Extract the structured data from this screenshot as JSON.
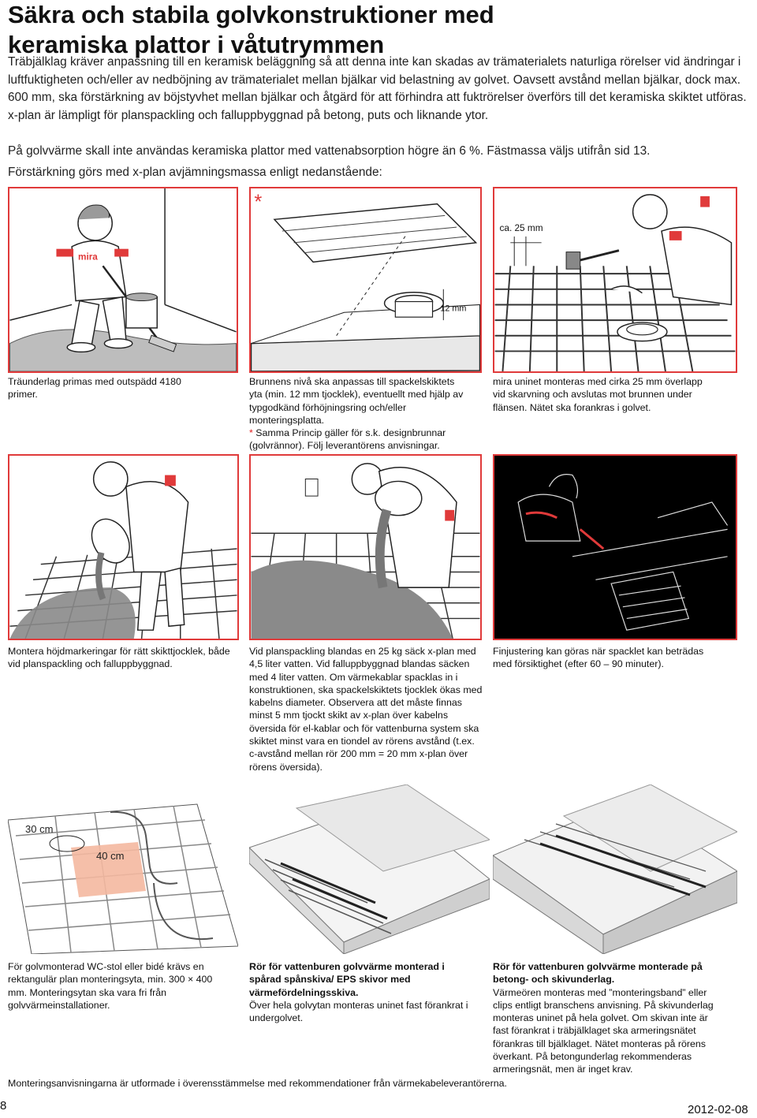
{
  "title_line1": "Säkra och stabila golvkonstruktioner med",
  "title_line2": "keramiska plattor i våtutrymmen",
  "intro_p1": "Träbjälklag kräver anpassning till en keramisk beläggning så att denna inte kan skadas av trämaterialets naturliga rörelser vid ändringar i luftfuktigheten och/eller av nedböjning av trämaterialet mellan bjälkar vid belastning av golvet. Oavsett avstånd mellan bjälkar, dock max. 600 mm, ska förstärkning av böjstyvhet mellan bjälkar och åtgärd för att förhindra att fuktrörelser överförs till det keramiska skiktet utföras. x-plan är lämpligt för planspackling och falluppbyggnad på betong, puts och liknande ytor.",
  "intro_p2": "På golvvärme skall inte användas keramiska plattor med vattenabsorption högre än 6 %. Fästmassa väljs utifrån sid 13.",
  "intro_p3": "Förstärkning görs med x-plan avjämningsmassa enligt nedanstående:",
  "row1": {
    "img1": {
      "shirt_text": "mira"
    },
    "img2": {
      "asterisk": "*",
      "dim_label": "12 mm"
    },
    "img3": {
      "dim_label": "ca. 25 mm"
    },
    "cap1": "Träunderlag primas med outspädd 4180 primer.",
    "cap2": "Brunnens nivå ska anpassas till spackelskiktets yta (min. 12 mm tjocklek), eventuellt med hjälp av typgodkänd förhöjningsring och/eller monteringsplatta.",
    "cap2_star": "*",
    "cap2_star_text": " Samma Princip gäller för s.k. designbrunnar (golvrännor). Följ leverantörens anvisningar.",
    "cap3": "mira uninet monteras med cirka 25 mm överlapp vid skarvning och avslutas mot brunnen under flänsen. Nätet ska forankras i golvet."
  },
  "row2": {
    "cap1": "Montera höjdmarkeringar för rätt skikttjocklek, både vid planspackling och falluppbyggnad.",
    "cap2": "Vid planspackling blandas en 25 kg säck x-plan med 4,5 liter vatten. Vid falluppbyggnad blandas säcken med 4 liter vatten. Om värmekablar spacklas in i konstruktionen, ska spackelskiktets tjocklek ökas med kabelns diameter. Observera att det måste finnas minst 5 mm tjockt skikt av x-plan över kabelns översida för el-kablar och för vattenburna system ska skiktet minst vara en tiondel av rörens avstånd (t.ex. c-avstånd mellan rör 200 mm = 20 mm x-plan över rörens översida).",
    "cap3": "Finjustering kan göras när spacklet kan beträdas med försiktighet (efter 60 – 90 minuter)."
  },
  "row3": {
    "img1": {
      "label_a": "30 cm",
      "label_b": "40 cm"
    },
    "cap1": "För golvmonterad WC-stol eller bidé krävs en rektangulär plan monteringsyta, min. 300 × 400 mm. Monteringsytan ska vara fri från golvvärmeinstallationer.",
    "cap2_bold": "Rör för vattenburen golvvärme monterad i spårad spånskiva/ EPS skivor med värmefördelningsskiva.",
    "cap2": "Över hela golvytan monteras uninet fast förankrat i undergolvet.",
    "cap3_bold": "Rör för vattenburen golvvärme monterade på betong- och skivunderlag.",
    "cap3": "Värmeören monteras med ”monteringsband” eller clips entligt branschens anvisning. På skivunderlag monteras uninet på hela golvet. Om skivan inte är fast förankrat i träbjälklaget ska armeringsnätet förankras till bjälklaget. Nätet monteras på rörens överkant. På betongunderlag rekommenderas armeringsnät, men är inget krav."
  },
  "footer_note": "Monteringsanvisningarna är utformade i överensstämmelse med rekommendationer från värmekabeleverantörerna.",
  "page_number": "8",
  "date": "2012-02-08",
  "colors": {
    "accent": "#e03a3a",
    "frame": "#e03a3a",
    "spackle": "#8a8a8a",
    "mark_area": "#f4b8a0"
  }
}
